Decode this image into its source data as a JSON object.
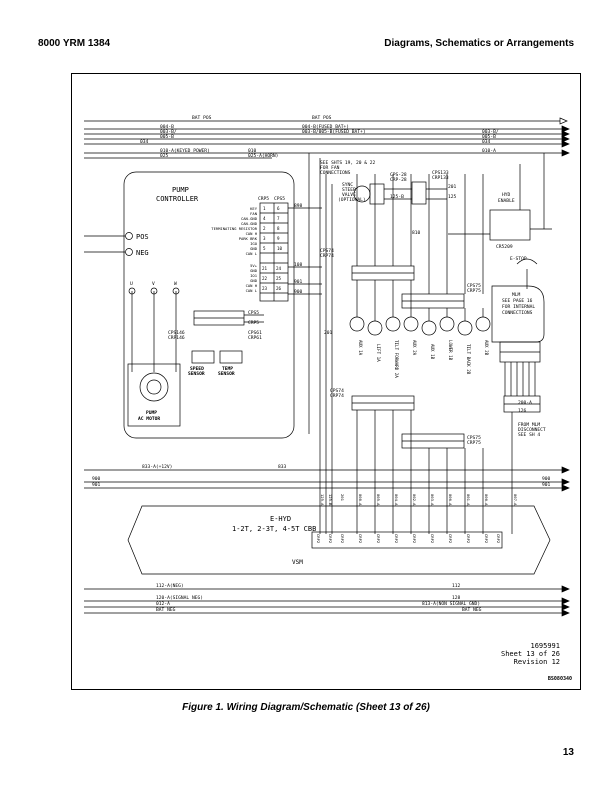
{
  "header": {
    "left": "8000 YRM 1384",
    "right": "Diagrams, Schematics or Arrangements"
  },
  "caption": "Figure 1. Wiring Diagram/Schematic (Sheet 13 of 26)",
  "page_number": "13",
  "schematic": {
    "wires": {
      "bat_pos_left": "BAT POS",
      "bat_pos_right": "BAT POS",
      "w004b_left": "004-B",
      "w004b_mid": "004-B(FUSED BAT+)",
      "w003b_left": "003-B/",
      "w003b_mid": "003-B/005-B(FUSED BAT+)",
      "w005b_left": "005-B",
      "w003b_right": "003-B/",
      "w005b_right": "005-B",
      "w034_left": "034",
      "w034_right": "034",
      "w010_left": "010-A(KEYED POWER)",
      "w010_mid": "010",
      "w010_right": "010-A",
      "w025_left": "025",
      "w025_mid": "025-A(HORN)",
      "w833_left": "833-A(+12V)",
      "w833_mid": "833",
      "w900_left": "900",
      "w901_left": "901",
      "w900_right": "900",
      "w901_right": "901",
      "w112_left": "112-A(NEG)",
      "w112_right": "112",
      "w120_left": "120-A(SIGNAL NEG)",
      "w128_right": "128",
      "w012_left": "012-A",
      "w813_right": "813-A(NON SIGNAL GND)",
      "bat_neg_left": "BAT NEG",
      "bat_neg_right": "BAT NEG"
    },
    "notes": {
      "see_shts": [
        "SEE SHTS 19, 20 & 22",
        "FOR FAN",
        "CONNECTIONS"
      ],
      "sync_valve": [
        "SYNC",
        "STEER",
        "VALVE",
        "(OPTIONAL)"
      ],
      "cps_top": [
        "CPS-28",
        "CRP-28"
      ],
      "cps133": [
        "CPS133",
        "CRP133"
      ],
      "w201_top": "201",
      "w125_top": "125",
      "w125_b": "125-B",
      "hyd_enable": [
        "HYD",
        "ENABLE"
      ],
      "cr5209": "CR5209",
      "e_stop": "E-STOP",
      "w810_top": "810",
      "mlm": [
        "MLM",
        "SEE PAGE 16",
        "FOR INTERNAL",
        "CONNECTIONS"
      ],
      "from_mlm": [
        "FROM MLM",
        "DISCONNECT",
        "SEE SH 4"
      ],
      "w200": "200-A",
      "w126": "126"
    },
    "pump_controller": {
      "title": [
        "PUMP",
        "CONTROLLER"
      ],
      "pos": "POS",
      "neg": "NEG",
      "crp5": "CRP5",
      "cps5": "CPS5",
      "w898": "898",
      "pin_labels": [
        "KEY",
        "FAN",
        "CAN-GND",
        "CAN-GND",
        "TERMINATING RESISTOR",
        "CAN H",
        "PARK BRK",
        "IGO",
        "GND",
        "CAN L"
      ],
      "pin_labels2": [
        "5V+",
        "GND",
        "IO1",
        "GND",
        "CAN H",
        "CAN L"
      ],
      "pin_numbers": [
        "1",
        "4",
        "2",
        "3",
        "5",
        "6",
        "7",
        "8",
        "9",
        "10"
      ],
      "pin_numbers2": [
        "21",
        "22",
        "23",
        "24",
        "25",
        "26"
      ],
      "w108": "108",
      "w901s": "901",
      "w900s": "900",
      "u": "U",
      "v": "V",
      "w": "W",
      "motor": [
        "PUMP",
        "AC MOTOR"
      ],
      "cps146": [
        "CPS146",
        "CRP146"
      ],
      "cps61": [
        "CPS61",
        "CRP61"
      ],
      "speed_sensor": [
        "SPEED",
        "SENSOR"
      ],
      "temp_sensor": [
        "TEMP",
        "SENSOR"
      ],
      "cps_lower": [
        "CPS5",
        "CRP5"
      ]
    },
    "valves": {
      "cps74": [
        "CPS74",
        "CRP74"
      ],
      "cps75": [
        "CPS75",
        "CRP75"
      ],
      "cps74b": [
        "CPS74",
        "CRP74"
      ],
      "cps75b": [
        "CPS75",
        "CRP75"
      ],
      "labels": [
        "AUX 1A",
        "LIFT 1A",
        "TILT FORWARD 2A",
        "AUX 2A",
        "AUX 1B",
        "LOWER 1B",
        "TILT BACK 2B",
        "AUX 2B"
      ],
      "w201": "201"
    },
    "vsm": {
      "e_hyd": "E-HYD",
      "models": "1-2T, 2-3T, 4-5T CBB",
      "label": "VSM",
      "wires": [
        "125-A",
        "125-B",
        "201",
        "808-A",
        "805-A",
        "804-A",
        "802-A",
        "803-A",
        "806-A",
        "801-A",
        "800-A",
        "807-A"
      ],
      "connectors": [
        "CRP2",
        "CRP2",
        "CRP2",
        "CRP2",
        "CRP2",
        "CRP2",
        "CRP2",
        "CRP2",
        "CRP2",
        "CRP2",
        "CRP2",
        "CRP2"
      ]
    },
    "sheet_info": [
      "1695991",
      "Sheet 13 of 26",
      "Revision 12"
    ],
    "drawing_id": "BS080340"
  }
}
